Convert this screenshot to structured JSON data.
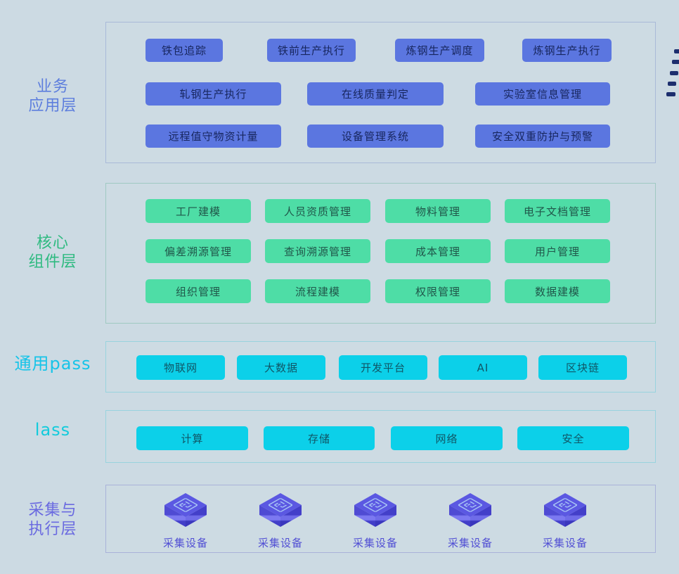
{
  "app_layer": {
    "label": "业务\n应用层",
    "buttons": [
      "铁包追踪",
      "铁前生产执行",
      "炼钢生产调度",
      "炼钢生产执行",
      "轧钢生产执行",
      "在线质量判定",
      "实验室信息管理",
      "远程值守物资计量",
      "设备管理系统",
      "安全双重防护与预警"
    ]
  },
  "core_layer": {
    "label": "核心\n组件层",
    "buttons": [
      "工厂建模",
      "人员资质管理",
      "物料管理",
      "电子文档管理",
      "偏差溯源管理",
      "查询溯源管理",
      "成本管理",
      "用户管理",
      "组织管理",
      "流程建模",
      "权限管理",
      "数据建模"
    ]
  },
  "paas_layer": {
    "label": "通用pass",
    "buttons": [
      "物联网",
      "大数据",
      "开发平台",
      "AI",
      "区块链"
    ]
  },
  "iaas_layer": {
    "label": "lass",
    "buttons": [
      "计算",
      "存储",
      "网络",
      "安全"
    ]
  },
  "edge_layer": {
    "label": "采集与\n执行层",
    "devices": [
      "采集设备",
      "采集设备",
      "采集设备",
      "采集设备",
      "采集设备"
    ]
  },
  "colors": {
    "background": "#ccdae3",
    "app_chip": "#5b76e0",
    "core_chip": "#4edda6",
    "cloud_chip": "#0cd0e9",
    "app_label": "#5d7edd",
    "core_label": "#2eba80",
    "paas_label": "#17c4e8",
    "iaas_label": "#12cbdc",
    "edge_label": "#6a6ae0",
    "device_label": "#514fd4",
    "dash_decoration": "#1c2e6e"
  }
}
